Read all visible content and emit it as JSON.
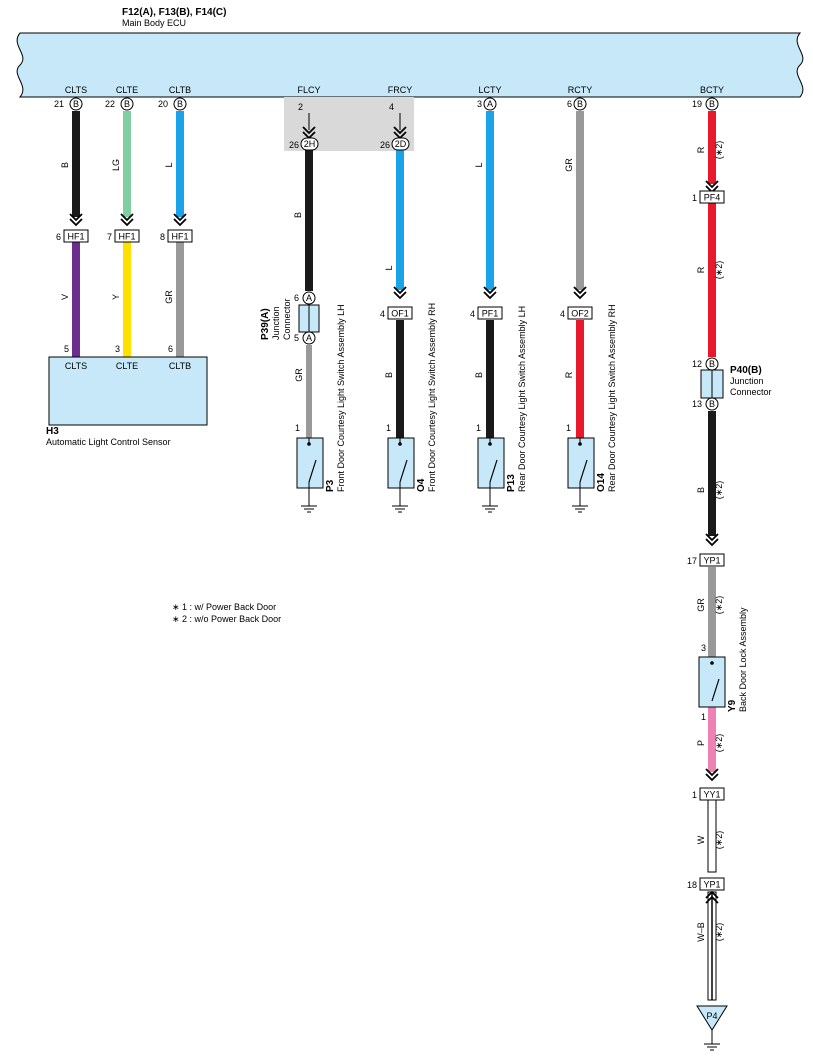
{
  "ecu": {
    "title": "F12(A), F13(B), F14(C)",
    "name": "Main Body ECU"
  },
  "colors": {
    "B": "#1a1a1a",
    "LG": "#7fcfa0",
    "L": "#1aa3e8",
    "GR": "#999999",
    "R": "#e8192c",
    "V": "#6b2d8e",
    "Y": "#ffe000",
    "P": "#ee82b4",
    "W": "#ffffff",
    "body_fill": "#c6e8f8",
    "gray_box": "#d9d9d9"
  },
  "pins": {
    "CLTS": {
      "label": "CLTS",
      "pin": "21",
      "conn": "B"
    },
    "CLTE": {
      "label": "CLTE",
      "pin": "22",
      "conn": "B"
    },
    "CLTB": {
      "label": "CLTB",
      "pin": "20",
      "conn": "B"
    },
    "FLCY": {
      "label": "FLCY",
      "pin": "2"
    },
    "FRCY": {
      "label": "FRCY",
      "pin": "4"
    },
    "LCTY": {
      "label": "LCTY",
      "pin": "3",
      "conn": "A"
    },
    "RCTY": {
      "label": "RCTY",
      "pin": "6",
      "conn": "B"
    },
    "BCTY": {
      "label": "BCTY",
      "pin": "19",
      "conn": "B"
    }
  },
  "wires": {
    "w1": "B",
    "w2": "LG",
    "w3": "L",
    "w4": "V",
    "w5": "Y",
    "w6": "GR",
    "w7": "B",
    "w8": "GR",
    "w9": "L",
    "w10": "B",
    "w11": "L",
    "w12": "B",
    "w13": "GR",
    "w14": "R",
    "w15": "R",
    "w16": "R",
    "w17": "B",
    "w18": "GR",
    "w19": "P",
    "w20": "W",
    "w21": "W–B"
  },
  "note_mark": "(∗2)",
  "connectors": {
    "hf1_a": {
      "id": "HF1",
      "pin": "6"
    },
    "hf1_b": {
      "id": "HF1",
      "pin": "7"
    },
    "hf1_c": {
      "id": "HF1",
      "pin": "8"
    },
    "j2h": {
      "id": "2H",
      "pin": "26"
    },
    "j2d": {
      "id": "2D",
      "pin": "26"
    },
    "of1": {
      "id": "OF1",
      "pin": "4"
    },
    "pf1": {
      "id": "PF1",
      "pin": "4"
    },
    "of2": {
      "id": "OF2",
      "pin": "4"
    },
    "pf4": {
      "id": "PF4",
      "pin": "1"
    },
    "yp1_top": {
      "id": "YP1",
      "pin": "17"
    },
    "yy1": {
      "id": "YY1",
      "pin": "1"
    },
    "yp1_bot": {
      "id": "YP1",
      "pin": "18"
    }
  },
  "h3": {
    "code": "H3",
    "name": "Automatic Light Control Sensor",
    "pins": [
      {
        "num": "5",
        "label": "CLTS"
      },
      {
        "num": "3",
        "label": "CLTE"
      },
      {
        "num": "6",
        "label": "CLTB"
      }
    ]
  },
  "p39": {
    "code": "P39(A)",
    "line1": "Junction",
    "line2": "Connector",
    "pin_top": "6",
    "pin_bot": "5",
    "conn": "A"
  },
  "p40": {
    "code": "P40(B)",
    "line1": "Junction",
    "line2": "Connector",
    "pin_top": "12",
    "pin_bot": "13",
    "conn": "B"
  },
  "switches": {
    "p3": {
      "code": "P3",
      "name": "Front Door Courtesy Light Switch Assembly LH",
      "pin": "1"
    },
    "o4": {
      "code": "O4",
      "name": "Front Door Courtesy Light Switch Assembly RH",
      "pin": "1"
    },
    "p13": {
      "code": "P13",
      "name": "Rear Door Courtesy Light Switch Assembly LH",
      "pin": "1"
    },
    "o14": {
      "code": "O14",
      "name": "Rear Door Courtesy Light Switch Assembly RH",
      "pin": "1"
    },
    "y9": {
      "code": "Y9",
      "name": "Back Door Lock Assembly",
      "pin_top": "3",
      "pin_bot": "1"
    }
  },
  "ground_point": "P4",
  "notes": [
    "∗ 1 : w/ Power Back Door",
    "∗ 2 : w/o Power Back Door"
  ]
}
